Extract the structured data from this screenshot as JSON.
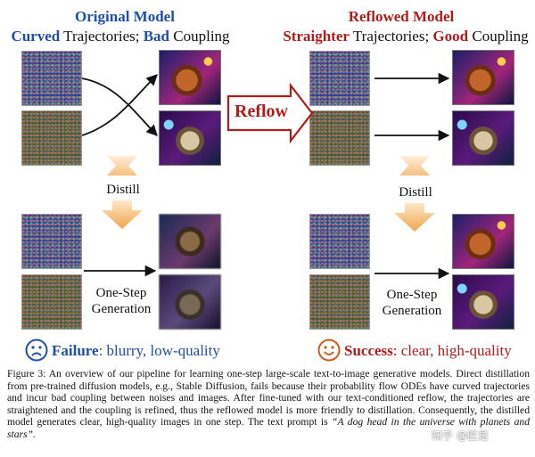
{
  "left_panel": {
    "title": "Original Model",
    "subtitle_parts": [
      "Curved",
      " Trajectories; ",
      "Bad",
      " Coupling"
    ],
    "distill_label": "Distill",
    "generation_label_line1": "One-Step",
    "generation_label_line2": "Generation",
    "status_keyword": "Failure",
    "status_text": ": blurry, low-quality"
  },
  "reflow_label": "Reflow",
  "right_panel": {
    "title": "Reflowed Model",
    "subtitle_parts": [
      "Straighter",
      " Trajectories; ",
      "Good",
      " Coupling"
    ],
    "distill_label": "Distill",
    "generation_label_line1": "One-Step",
    "generation_label_line2": "Generation",
    "status_keyword": "Success",
    "status_text": ": clear, high-quality"
  },
  "caption": {
    "body": "Figure 3: An overview of our pipeline for learning one-step large-scale text-to-image generative models. Direct distillation from pre-trained diffusion models, e.g., Stable Diffusion, fails because their probability flow ODEs have curved trajectories and incur bad coupling between noises and images. After fine-tuned with our text-conditioned reflow, the trajectories are straightened and the coupling is refined, thus the reflowed model is more friendly to distillation. Consequently, the distilled model generates clear, high-quality images in one step. The text prompt is ",
    "prompt": "“A dog head in the universe with planets and stars”."
  },
  "watermark": "知乎 @匠是",
  "colors": {
    "blue_accent": "#1f4fa8",
    "red_accent": "#b01c1c",
    "distill_arrow": "#f2a44c"
  }
}
